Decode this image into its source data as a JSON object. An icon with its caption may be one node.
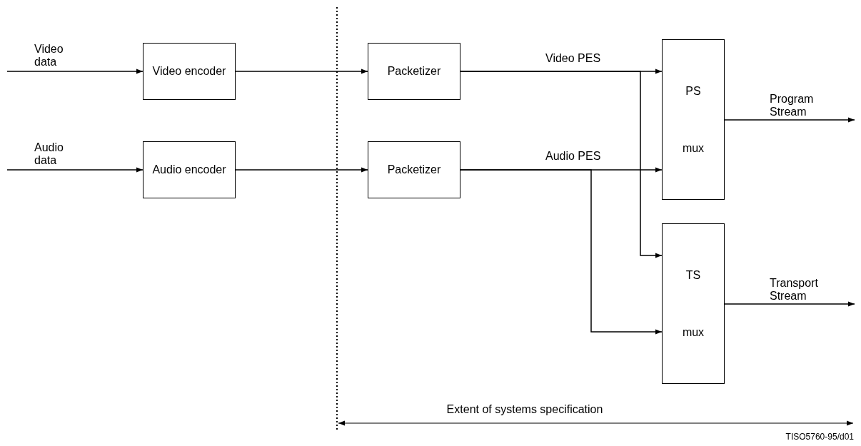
{
  "diagram": {
    "nodes": [
      {
        "text": [
          "Video encoder"
        ]
      },
      {
        "text": [
          "Audio encoder"
        ]
      },
      {
        "text": [
          "Packetizer"
        ]
      },
      {
        "text": [
          "Packetizer"
        ]
      },
      {
        "text": [
          "PS",
          "mux"
        ]
      },
      {
        "text": [
          "TS",
          "mux"
        ]
      }
    ],
    "edges": [
      {
        "from": null,
        "to": 0,
        "arrow": "to",
        "label": "Video data"
      },
      {
        "from": null,
        "to": 1,
        "arrow": "to",
        "label": "Audio data"
      },
      {
        "from": 0,
        "to": 2,
        "arrow": "to"
      },
      {
        "from": 1,
        "to": 3,
        "arrow": "to"
      },
      {
        "from": 2,
        "to": 4,
        "arrow": "to",
        "label": "Video PES"
      },
      {
        "from": 3,
        "to": 4,
        "arrow": "to",
        "label": "Audio PES"
      },
      {
        "from": 2,
        "to": 5,
        "arrow": "to"
      },
      {
        "from": 3,
        "to": 5,
        "arrow": "to"
      },
      {
        "from": 4,
        "to": null,
        "arrow": "to",
        "label": "Program Stream"
      },
      {
        "from": 5,
        "to": null,
        "arrow": "to",
        "label": "Transport Stream"
      }
    ],
    "labels": [
      "Extent of systems specification",
      "TISO5760-95/d01"
    ]
  }
}
